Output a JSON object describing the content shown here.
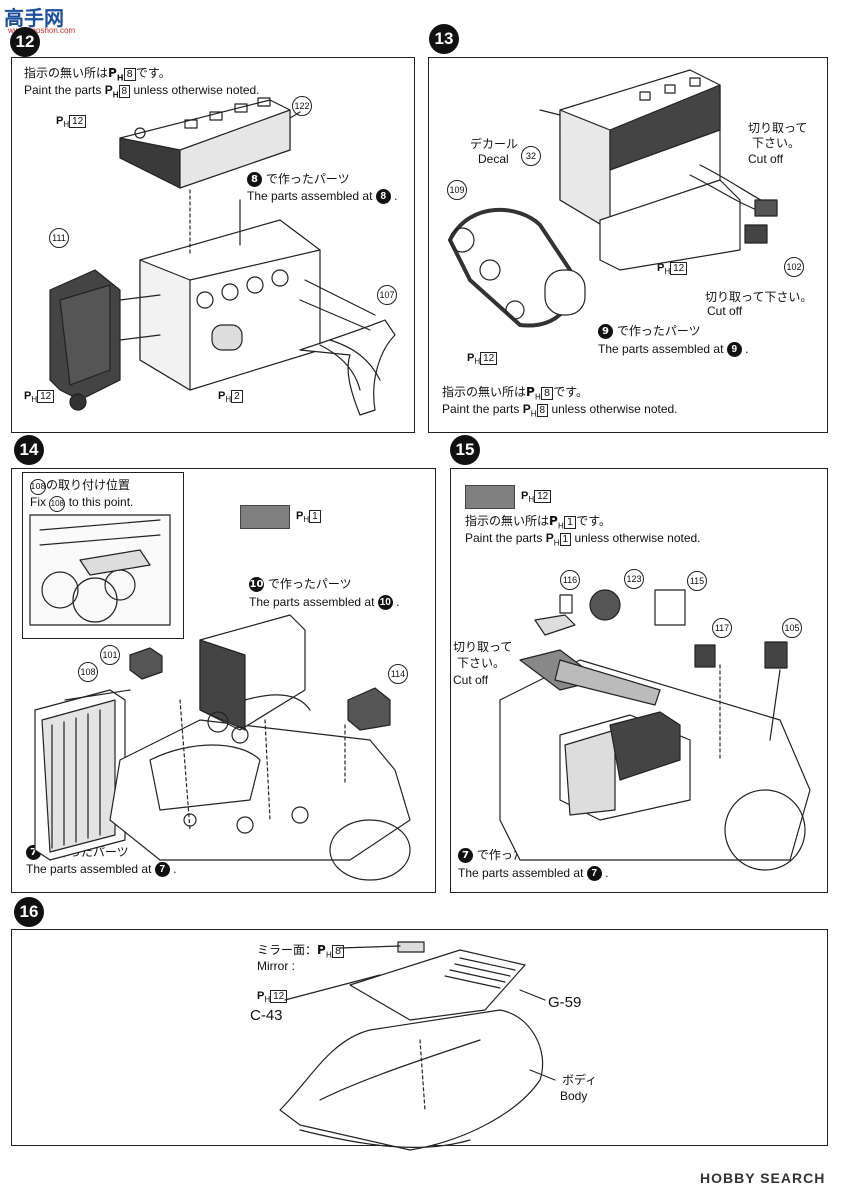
{
  "watermark": {
    "logo_cn": "高手网",
    "url": "www.gaoshon.com",
    "hobby_search": "HOBBY SEARCH"
  },
  "steps": {
    "s12": {
      "number": "12",
      "note_jp": "指示の無い所は",
      "note_jp_end": "です。",
      "note_en": "Paint the parts",
      "note_en_end": "unless otherwise noted.",
      "paint_code": "8",
      "ph12": "12",
      "ph2": "2",
      "part_122": "122",
      "part_111": "111",
      "part_107": "107",
      "assembled_step": "8",
      "assembled_jp": "で作ったパーツ",
      "assembled_en": "The parts assembled at"
    },
    "s13": {
      "number": "13",
      "decal_jp": "デカール",
      "decal_en": "Decal",
      "part_32": "32",
      "part_109": "109",
      "part_102": "102",
      "cut_jp": "切り取って下さい。",
      "cut_jp_a": "切り取って",
      "cut_jp_b": "下さい。",
      "cut_en": "Cut off",
      "ph12": "12",
      "assembled_step": "9",
      "assembled_jp": "で作ったパーツ",
      "assembled_en": "The parts assembled at",
      "note_jp": "指示の無い所は",
      "note_jp_end": "です。",
      "note_en": "Paint the parts",
      "note_en_end": "unless otherwise noted.",
      "paint_code": "8"
    },
    "s14": {
      "number": "14",
      "inset_jp": "の取り付け位置",
      "inset_en": "Fix",
      "inset_en_end": "to this point.",
      "part_108": "108",
      "part_101": "101",
      "part_114": "114",
      "swatch_code": "1",
      "assembled_step_a": "10",
      "assembled_step_b": "7",
      "assembled_jp": "で作ったパーツ",
      "assembled_en": "The parts assembled at"
    },
    "s15": {
      "number": "15",
      "swatch_code": "12",
      "note_jp": "指示の無い所は",
      "note_jp_end": "です。",
      "note_en": "Paint the parts",
      "note_en_end": "unless otherwise noted.",
      "paint_code": "1",
      "part_116": "116",
      "part_123": "123",
      "part_115": "115",
      "part_117": "117",
      "part_105": "105",
      "cut_jp_a": "切り取って",
      "cut_jp_b": "下さい。",
      "cut_en": "Cut off",
      "assembled_step": "7",
      "assembled_jp": "で作ったパーツ",
      "assembled_en": "The parts assembled at"
    },
    "s16": {
      "number": "16",
      "mirror_jp": "ミラー面：",
      "mirror_en": "Mirror :",
      "mirror_code": "8",
      "ph12": "12",
      "c43": "C-43",
      "g59": "G-59",
      "body_jp": "ボディ",
      "body_en": "Body"
    }
  },
  "ph_prefix": "P",
  "ph_sub": "H",
  "colors": {
    "ink": "#111111",
    "swatch_gray": "#808080",
    "watermark_red": "#d8262b",
    "watermark_blue": "#1a4fa0"
  }
}
